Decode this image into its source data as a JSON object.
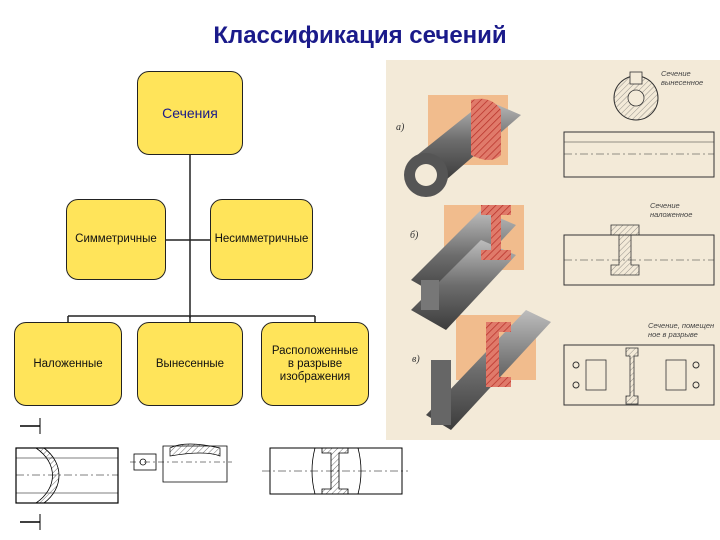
{
  "title": "Классификация сечений",
  "nodes": {
    "root": "Сечения",
    "symmetric": "Симметричные",
    "asymmetric": "Несимметричные",
    "superimposed": "Наложенные",
    "removed": "Вынесенные",
    "in_break": "Расположенные в разрыве изображения"
  },
  "illustration": {
    "labels": {
      "a": "а)",
      "b": "б)",
      "c": "в)"
    },
    "captions": {
      "removed_line1": "Сечение",
      "removed_line2": "вынесенное",
      "superimposed_line1": "Сечение",
      "superimposed_line2": "наложенное",
      "in_break_line1": "Сечение, помещен",
      "in_break_line2": "ное в разрыве"
    }
  },
  "colors": {
    "node_fill": "#ffe45a",
    "title": "#1a1a8a",
    "hatch": "#d9534f",
    "metal": "#7a7a7a"
  }
}
